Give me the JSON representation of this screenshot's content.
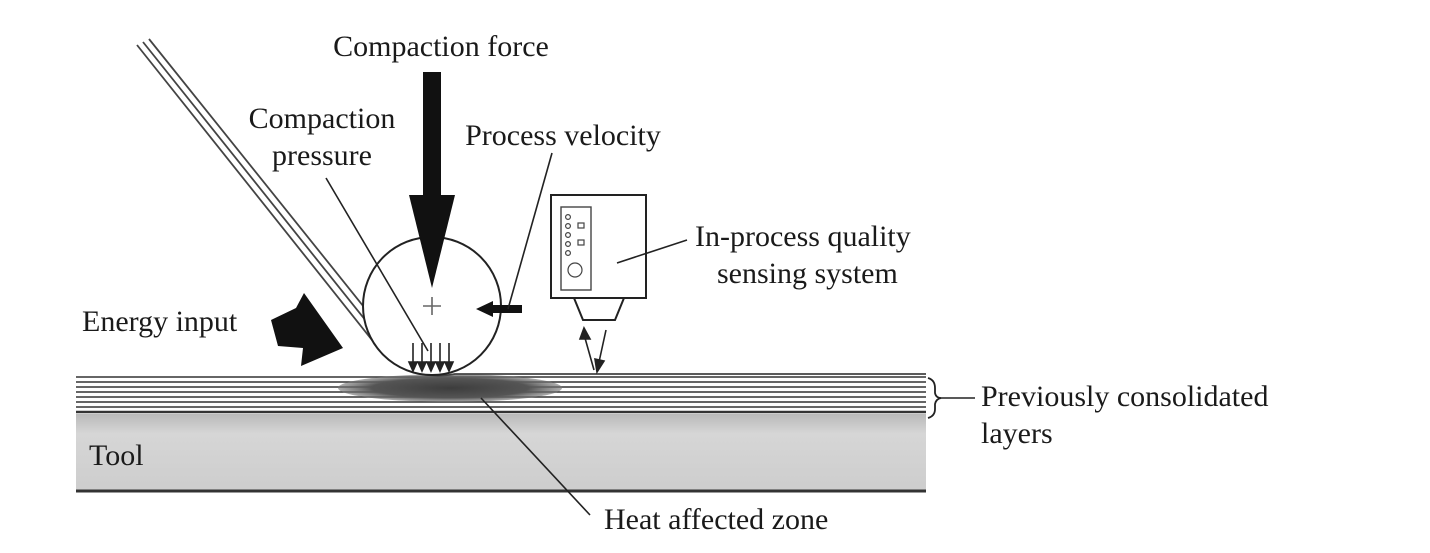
{
  "labels": {
    "compaction_force": "Compaction force",
    "compaction_pressure_line1": "Compaction",
    "compaction_pressure_line2": "pressure",
    "process_velocity": "Process velocity",
    "sensing_line1": "In-process quality",
    "sensing_line2": "sensing system",
    "energy_input": "Energy input",
    "layers_line1": "Previously consolidated",
    "layers_line2": "layers",
    "tool": "Tool",
    "heat_zone": "Heat affected zone"
  },
  "colors": {
    "ink": "#1a1a1a",
    "tool_fill": "#cfcfcf",
    "heat_zone": "#5a5a5a"
  }
}
